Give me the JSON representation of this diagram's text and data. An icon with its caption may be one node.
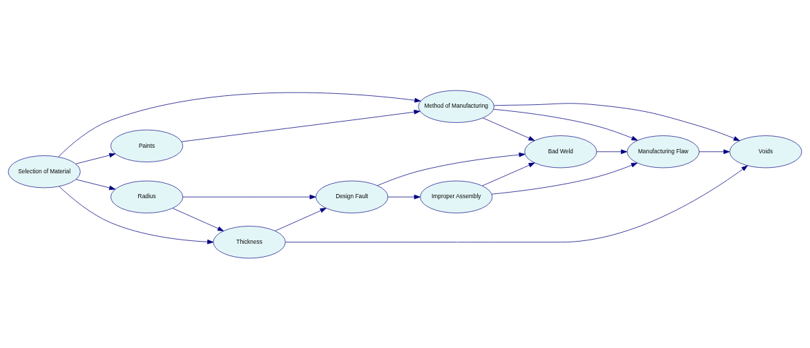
{
  "diagram": {
    "nodes": [
      {
        "text": [
          "Radius"
        ]
      },
      {
        "text": [
          "Selection of Material"
        ]
      },
      {
        "text": [
          "Design Fault"
        ]
      },
      {
        "text": [
          "Improper Assembly"
        ]
      },
      {
        "text": [
          "Thickness"
        ]
      },
      {
        "text": [
          "Bad Weld"
        ]
      },
      {
        "text": [
          "Paints"
        ]
      },
      {
        "text": [
          "Method of Manufacturing"
        ]
      },
      {
        "text": [
          "Manufacturing Flaw"
        ]
      },
      {
        "text": [
          "Voids"
        ]
      }
    ],
    "edges": [
      {
        "from": 1,
        "to": 0,
        "arrow": "to"
      },
      {
        "from": 1,
        "to": 4,
        "arrow": "to"
      },
      {
        "from": 1,
        "to": 7,
        "arrow": "to"
      },
      {
        "from": 1,
        "to": 6,
        "arrow": "to"
      },
      {
        "from": 0,
        "to": 2,
        "arrow": "to"
      },
      {
        "from": 0,
        "to": 4,
        "arrow": "to"
      },
      {
        "from": 4,
        "to": 2,
        "arrow": "to"
      },
      {
        "from": 4,
        "to": 9,
        "arrow": "to"
      },
      {
        "from": 2,
        "to": 3,
        "arrow": "to"
      },
      {
        "from": 2,
        "to": 5,
        "arrow": "to"
      },
      {
        "from": 3,
        "to": 5,
        "arrow": "to"
      },
      {
        "from": 3,
        "to": 8,
        "arrow": "to"
      },
      {
        "from": 5,
        "to": 8,
        "arrow": "to"
      },
      {
        "from": 7,
        "to": 5,
        "arrow": "to"
      },
      {
        "from": 7,
        "to": 8,
        "arrow": "to"
      },
      {
        "from": 7,
        "to": 9,
        "arrow": "to"
      },
      {
        "from": 6,
        "to": 7,
        "arrow": "to"
      },
      {
        "from": 8,
        "to": 9,
        "arrow": "to"
      }
    ]
  }
}
